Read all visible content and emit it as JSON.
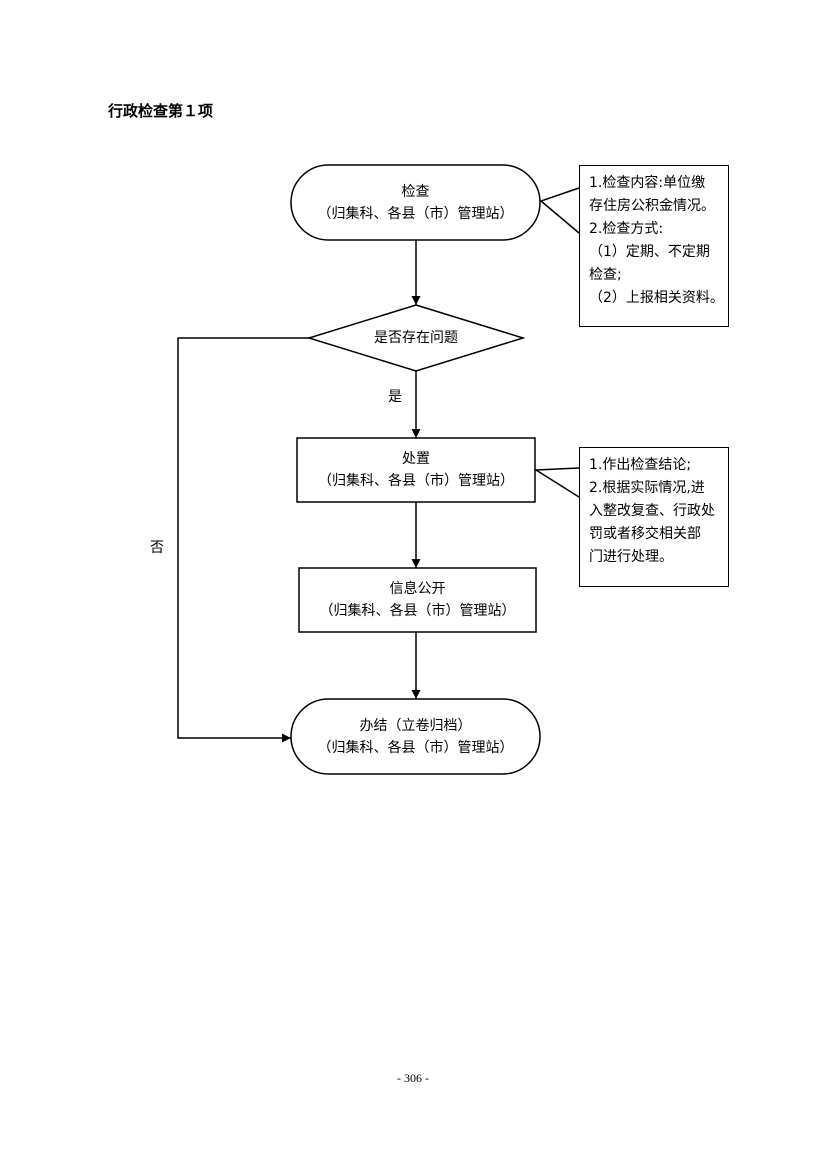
{
  "title": "行政检查第１项",
  "nodes": {
    "inspect": {
      "line1": "检查",
      "line2": "（归集科、各县（市）管理站）"
    },
    "decision": {
      "text": "是否存在问题"
    },
    "handle": {
      "line1": "处置",
      "line2": "（归集科、各县（市）管理站）"
    },
    "publish": {
      "line1": "信息公开",
      "line2": "（归集科、各县（市）管理站）"
    },
    "close": {
      "line1": "办结（立卷归档）",
      "line2": "（归集科、各县（市）管理站）"
    }
  },
  "notes": {
    "inspect_note": {
      "lines": [
        "1.检查内容:单位缴",
        "存住房公积金情况。",
        "2.检查方式:",
        "（1）定期、不定期",
        "检查;",
        "（2）上报相关资料。"
      ]
    },
    "handle_note": {
      "lines": [
        "1.作出检查结论;",
        "2.根据实际情况,进",
        "入整改复查、行政处",
        "罚或者移交相关部",
        "门进行处理。"
      ]
    }
  },
  "edge_labels": {
    "yes": "是",
    "no": "否"
  },
  "page_number": "- 306 -"
}
